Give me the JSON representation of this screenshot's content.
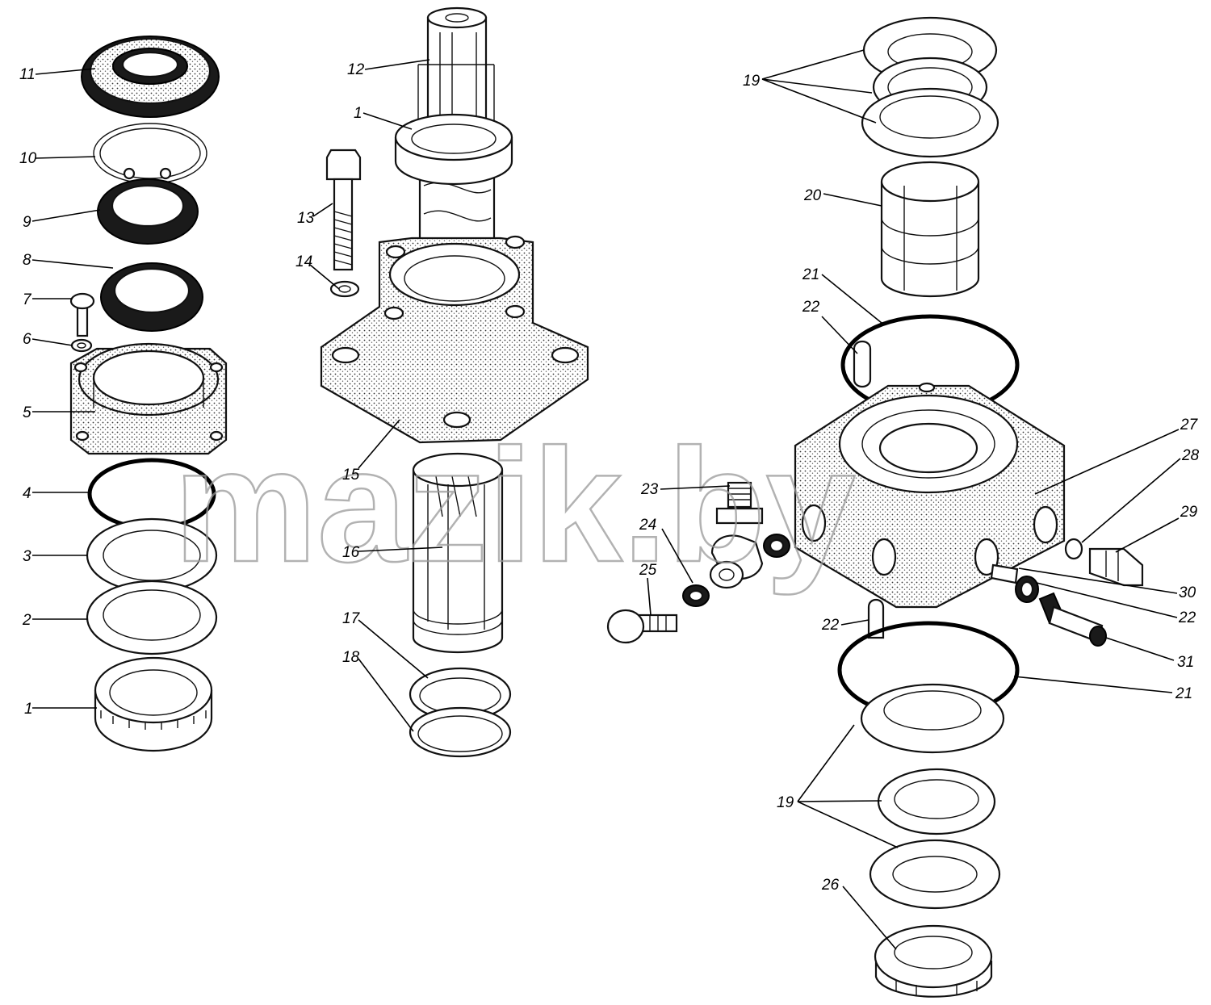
{
  "watermark": "mazik.by",
  "labels": {
    "l11": "11",
    "l10": "10",
    "l9": "9",
    "l8": "8",
    "l7": "7",
    "l6": "6",
    "l5": "5",
    "l4": "4",
    "l3": "3",
    "l2": "2",
    "l1a": "1",
    "l12": "12",
    "l1b": "1",
    "l13": "13",
    "l14": "14",
    "l15": "15",
    "l16": "16",
    "l17": "17",
    "l18": "18",
    "l19a": "19",
    "l20": "20",
    "l21a": "21",
    "l22a": "22",
    "l23": "23",
    "l24": "24",
    "l25": "25",
    "l27": "27",
    "l28": "28",
    "l29": "29",
    "l30": "30",
    "l22b": "22",
    "l22c": "22",
    "l31": "31",
    "l21b": "21",
    "l19b": "19",
    "l26": "26"
  }
}
